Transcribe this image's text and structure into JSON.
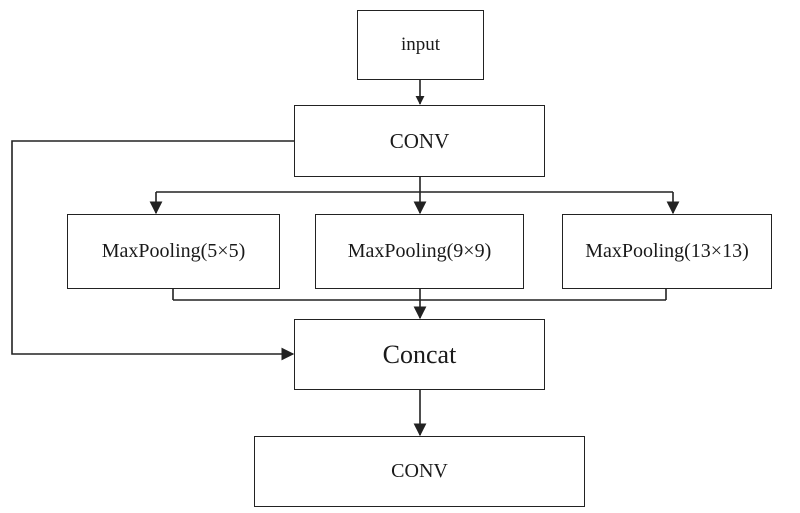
{
  "diagram": {
    "nodes": {
      "input": "input",
      "conv_top": "CONV",
      "maxpool_5": "MaxPooling(5×5)",
      "maxpool_9": "MaxPooling(9×9)",
      "maxpool_13": "MaxPooling(13×13)",
      "concat": "Concat",
      "conv_bottom": "CONV"
    },
    "edges": [
      {
        "from": "input",
        "to": "conv_top"
      },
      {
        "from": "conv_top",
        "to": "maxpool_5"
      },
      {
        "from": "conv_top",
        "to": "maxpool_9"
      },
      {
        "from": "conv_top",
        "to": "maxpool_13"
      },
      {
        "from": "conv_top",
        "to": "concat"
      },
      {
        "from": "maxpool_5",
        "to": "concat"
      },
      {
        "from": "maxpool_9",
        "to": "concat"
      },
      {
        "from": "maxpool_13",
        "to": "concat"
      },
      {
        "from": "concat",
        "to": "conv_bottom"
      }
    ],
    "colors": {
      "stroke": "#222222",
      "background": "#ffffff",
      "text": "#1a1a1a"
    }
  }
}
